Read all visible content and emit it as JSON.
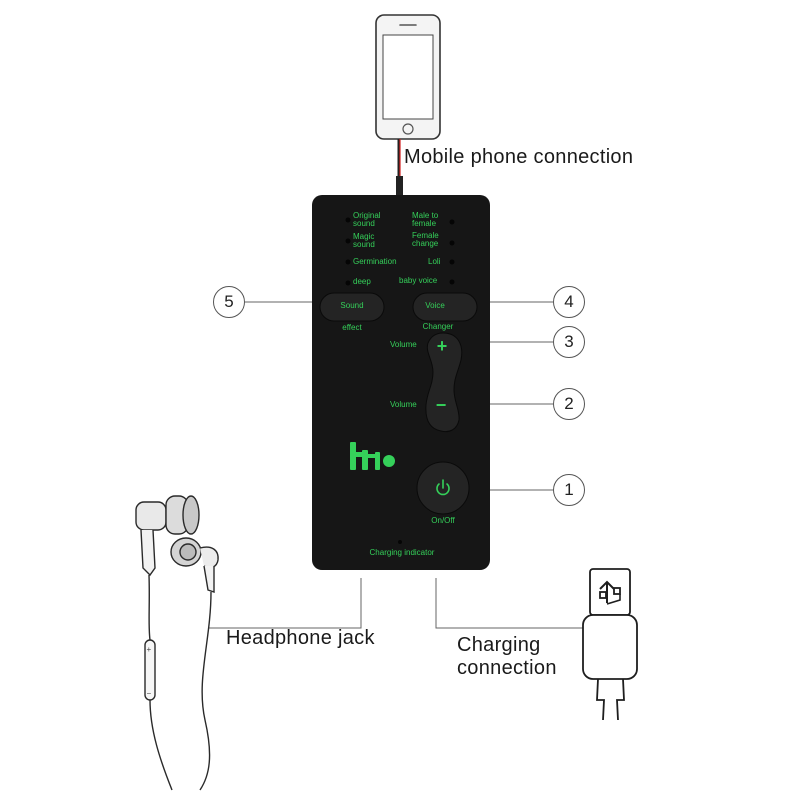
{
  "labels": {
    "mobile": "Mobile phone connection",
    "headphone": "Headphone jack",
    "charging_line1": "Charging",
    "charging_line2": "connection"
  },
  "device": {
    "modes_left": [
      [
        "Original",
        "sound"
      ],
      [
        "Magic",
        "sound"
      ],
      [
        "Germination",
        ""
      ],
      [
        "deep",
        ""
      ]
    ],
    "modes_right": [
      [
        "Male to",
        "female"
      ],
      [
        "Female",
        "change"
      ],
      [
        "Loli",
        ""
      ],
      [
        "baby voice",
        ""
      ]
    ],
    "sound_button": "Sound",
    "sound_caption": "effect",
    "voice_button": "Voice",
    "voice_caption": "Changer",
    "volume_up_label": "Volume",
    "volume_down_label": "Volume",
    "plus_symbol": "+",
    "minus_symbol": "−",
    "power_caption": "On/Off",
    "charging_indicator": "Charging indicator"
  },
  "callouts": [
    "5",
    "4",
    "3",
    "2",
    "1"
  ],
  "earphone_marks": {
    "plus": "+",
    "minus": "−"
  },
  "colors": {
    "device_body": "#161616",
    "button": "#242424",
    "accent_green": "#35d05a",
    "cable_red": "#d22020"
  },
  "icons": [
    "smartphone-icon",
    "earphones-icon",
    "usb-plug-icon",
    "power-icon",
    "brand-logo-icon"
  ]
}
